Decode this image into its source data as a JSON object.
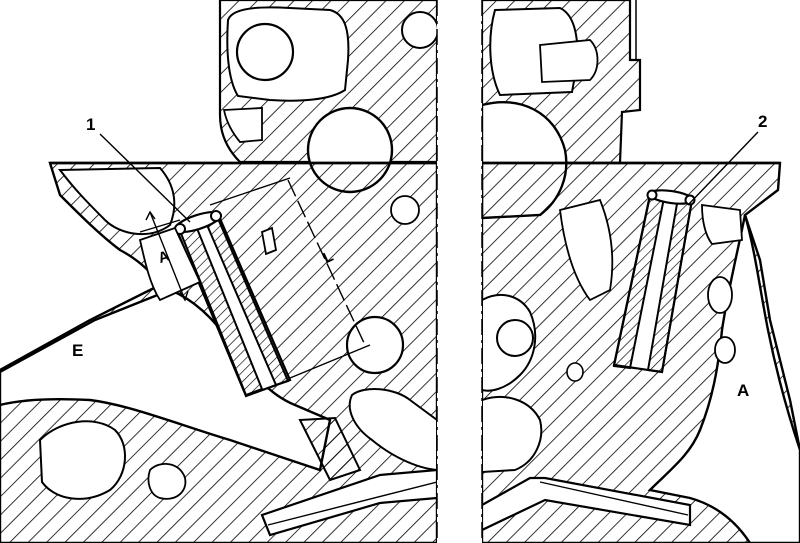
{
  "figure": {
    "left_view": {
      "callout": "1",
      "region_label": "E",
      "dimension_a": "A",
      "dimension_l": "L"
    },
    "right_view": {
      "callout": "2",
      "region_label": "A"
    }
  },
  "colors": {
    "line": "#000000",
    "background": "#ffffff"
  }
}
